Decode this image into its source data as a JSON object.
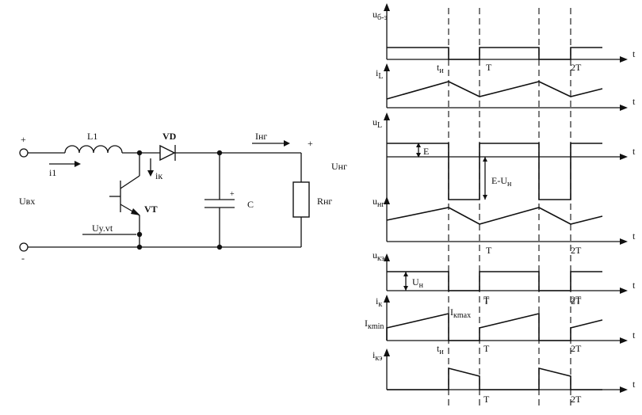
{
  "circuit": {
    "inductor": "L1",
    "diode": "VD",
    "transistor": "VT",
    "capacitor": "C",
    "input_voltage": "Uвх",
    "input_current": "i1",
    "collector_current": "iк",
    "control_voltage": "Uy.vt",
    "load_current": "Iнг",
    "load_voltage": "Uнг",
    "load_resistor": "Rнг",
    "plus": "+",
    "minus": "-",
    "cap_plus": "+"
  },
  "timing": {
    "axis_t": "t",
    "traces": [
      {
        "label": "u",
        "sub": "б-э",
        "levels": [
          "high",
          "low",
          "high",
          "low",
          "high"
        ]
      },
      {
        "label": "i",
        "sub": "L"
      },
      {
        "label": "u",
        "sub": "L"
      },
      {
        "label": "u",
        "sub": "нг"
      },
      {
        "label": "u",
        "sub": "кэ"
      },
      {
        "label": "i",
        "sub": "к"
      },
      {
        "label": "i",
        "sub": "кэ"
      }
    ],
    "time_marks": {
      "t_u": "t",
      "t_u_sub": "и",
      "T": "T",
      "T2": "2T"
    },
    "annotations": {
      "E": "E",
      "E_minus_U": "E-U",
      "E_minus_U_sub": "н",
      "U_n": "U",
      "U_n_sub": "н",
      "I_kmin": "I",
      "I_kmin_sub": "кmin",
      "I_kmax": "I",
      "I_kmax_sub": "кmax"
    }
  }
}
